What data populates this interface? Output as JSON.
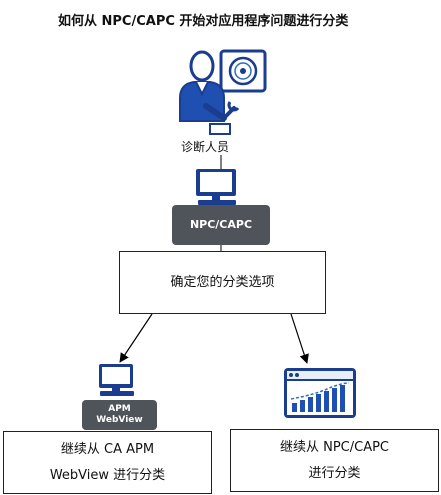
{
  "title": "如何从 NPC/CAPC 开始对应用程序问题进行分类",
  "person_caption": "诊断人员",
  "npc_capc_label": "NPC/CAPC",
  "decision_box": "确定您的分类选项",
  "apm_label": {
    "line1": "APM",
    "line2": "WebView"
  },
  "left_box": {
    "line1": "继续从 CA APM",
    "line2": "WebView 进行分类"
  },
  "right_box": {
    "line1": "继续从 NPC/CAPC",
    "line2": "进行分类"
  },
  "colors": {
    "primary_blue": "#1a3d8f",
    "dark_label": "#4e5459",
    "accent_blue": "#2a6ec0"
  }
}
